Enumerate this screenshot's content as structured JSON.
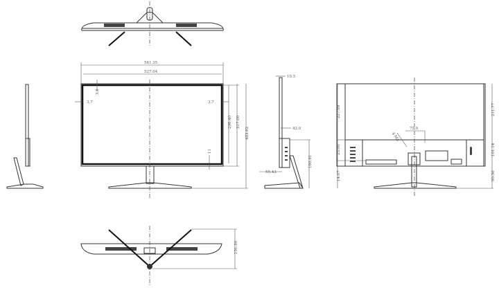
{
  "dimensions": {
    "overall_width": "541.35",
    "panel_width": "527.04",
    "top_bezel": "3.6",
    "left_bezel": "3.7",
    "right_bezel": "3.7",
    "bottom_bezel": "11",
    "panel_height": "296.40",
    "body_height": "317.00",
    "overall_height": "403.62",
    "thickness_top": "10.5",
    "thickness_bottom": "42.0",
    "stand_offset": "55.43",
    "stand_height_side": "180.91",
    "back_upper": "227.99",
    "vesa_spacing": "75.0",
    "vesa_screws": "4-M4",
    "back_middle": "25.00",
    "back_bottom": "14.07",
    "right_upper": "211.77",
    "right_middle": "101.14",
    "right_bottom": "90.36",
    "stand_depth": "151.30"
  }
}
